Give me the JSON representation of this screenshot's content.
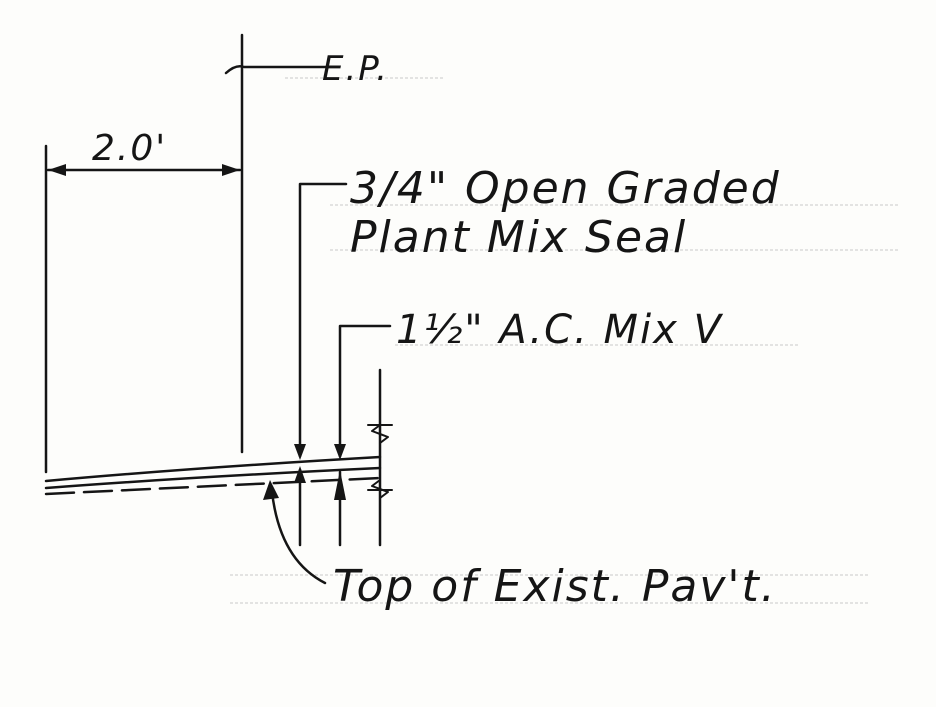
{
  "drawing": {
    "edge_label": "E.P.",
    "dimension_label": "2.0'",
    "seal_label_line1": "3/4\" Open Graded",
    "seal_label_line2": "Plant Mix Seal",
    "ac_label": "1½\" A.C. Mix Ⅴ",
    "existing_label": "Top of Exist. Pav't."
  }
}
